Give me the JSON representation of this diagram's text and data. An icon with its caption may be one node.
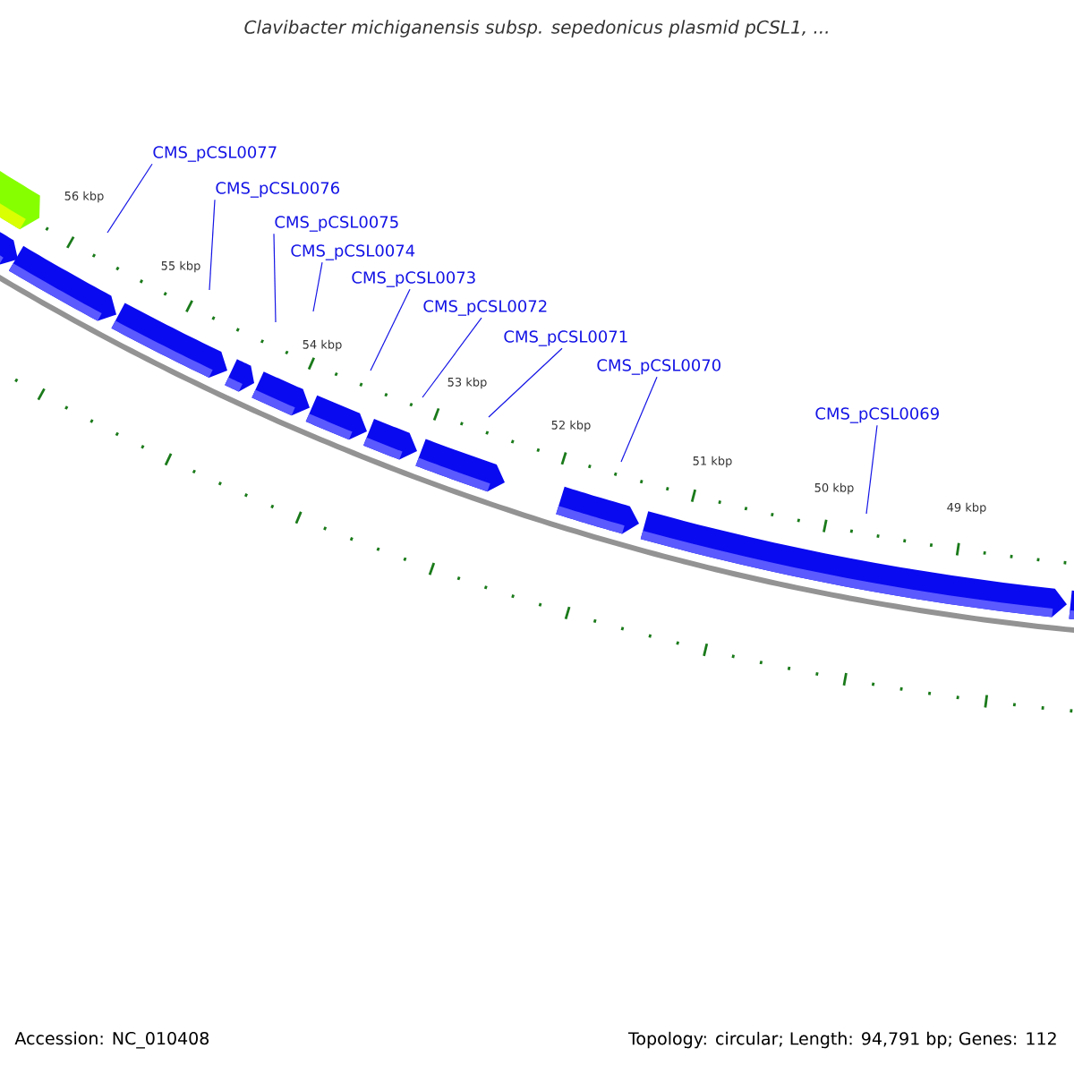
{
  "diagram": {
    "title": "Clavibacter michiganensis subsp. sepedonicus plasmid pCSL1, ...",
    "nodes": [
      {
        "text": [
          "CMS_pCSL0077"
        ]
      },
      {
        "text": [
          "CMS_pCSL0076"
        ]
      },
      {
        "text": [
          "CMS_pCSL0075"
        ]
      },
      {
        "text": [
          "CMS_pCSL0074"
        ]
      },
      {
        "text": [
          "CMS_pCSL0073"
        ]
      },
      {
        "text": [
          "CMS_pCSL0072"
        ]
      },
      {
        "text": [
          "CMS_pCSL0071"
        ]
      },
      {
        "text": [
          "CMS_pCSL0070"
        ]
      },
      {
        "text": [
          "CMS_pCSL0069"
        ]
      }
    ],
    "edges": [
      {
        "from": 0,
        "to": null,
        "arrow": "none"
      },
      {
        "from": 1,
        "to": null,
        "arrow": "none"
      },
      {
        "from": 2,
        "to": null,
        "arrow": "none"
      },
      {
        "from": 3,
        "to": null,
        "arrow": "none"
      },
      {
        "from": 4,
        "to": null,
        "arrow": "none"
      },
      {
        "from": 5,
        "to": null,
        "arrow": "none"
      },
      {
        "from": 6,
        "to": null,
        "arrow": "none"
      },
      {
        "from": 7,
        "to": null,
        "arrow": "none"
      },
      {
        "from": 8,
        "to": null,
        "arrow": "none"
      }
    ],
    "labels": [
      "56 kbp",
      "55 kbp",
      "54 kbp",
      "53 kbp",
      "52 kbp",
      "51 kbp",
      "50 kbp",
      "49 kbp",
      "Accession: NC_010408",
      "Topology: circular; Length: 94,791 bp; Genes: 112"
    ]
  }
}
